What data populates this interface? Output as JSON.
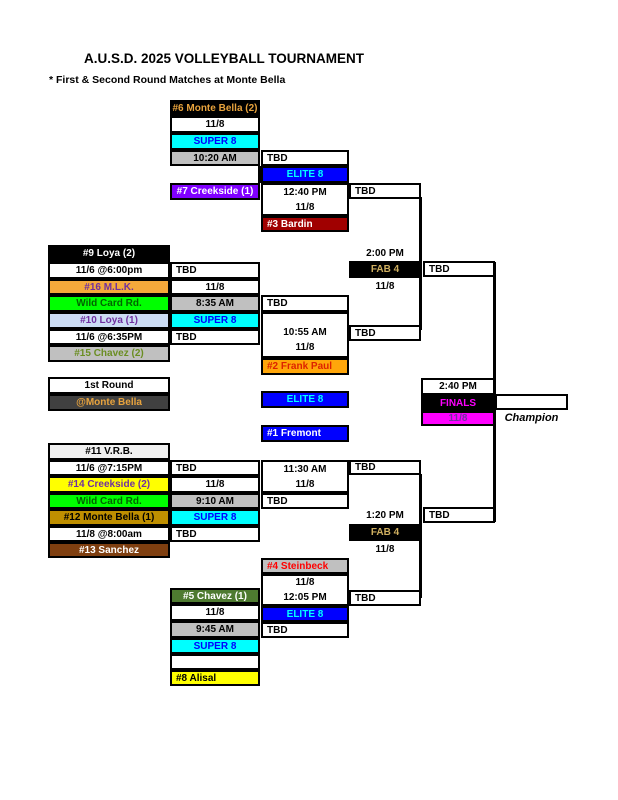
{
  "title": "A.U.S.D. 2025 VOLLEYBALL TOURNAMENT",
  "note": "* First & Second Round Matches at Monte Bella",
  "labels": {
    "tbd": "TBD",
    "super8": "SUPER 8",
    "elite8": "ELITE 8",
    "fab4": "FAB 4",
    "finals": "FINALS",
    "champion": "Champion",
    "wild_card": "Wild Card Rd.",
    "first_round": "1st Round",
    "venue": "@Monte Bella"
  },
  "bracket1": {
    "seed_top": "#6 Monte Bella (2)",
    "date_top": "11/8",
    "super8_time": "10:20 AM",
    "seed_bottom": "#7 Creekside (1)",
    "elite8_time": "12:40 PM",
    "elite8_date": "11/8",
    "elite8_opponent": "#3 Bardin"
  },
  "semifinal_top": {
    "time": "2:00 PM",
    "date": "11/8"
  },
  "bracket2": {
    "seed1": "#9 Loya (2)",
    "match1_datetime": "11/6 @6:00pm",
    "seed2": "#16 M.L.K.",
    "wildcard_date": "11/8",
    "super8_time": "8:35 AM",
    "seed3": "#10 Loya (1)",
    "match2_datetime": "11/6 @6:35PM",
    "seed4": "#15 Chavez (2)",
    "elite8_time": "10:55 AM",
    "elite8_date": "11/8",
    "elite8_opponent": "#2 Frank Paul"
  },
  "bracket3": {
    "seed1": "#11 V.R.B.",
    "match1_datetime": "11/6 @7:15PM",
    "seed2": "#14 Creekside (2)",
    "wildcard_date": "11/8",
    "super8_time": "9:10 AM",
    "seed3": "#12 Monte Bella (1)",
    "match2_datetime": "11/8 @8:00am",
    "seed4": "#13 Sanchez",
    "elite8_time": "11:30 AM",
    "elite8_date": "11/8",
    "elite8_opponent": "#1 Fremont"
  },
  "semifinal_bottom": {
    "time": "1:20 PM",
    "date": "11/8"
  },
  "bracket4": {
    "elite8_opponent": "#4 Steinbeck",
    "elite8_date": "11/8",
    "elite8_time": "12:05 PM",
    "seed_top": "#5 Chavez (1)",
    "date_top": "11/8",
    "super8_time": "9:45 AM",
    "seed_bottom": "#8 Alisal"
  },
  "finals": {
    "time": "2:40 PM",
    "date": "11/8"
  },
  "palette": {
    "black": "#000000",
    "cyan": "#00FFFF",
    "blue": "#0000FF",
    "purple_box": "#8000FF",
    "dark_red": "#A00000",
    "orange": "#F5A93B",
    "frank_paul_orange": "#FFA60A",
    "bright_green": "#00FF00",
    "pale_blue": "#CCDCF4",
    "yellow": "#FFFF00",
    "dark_goldenrod": "#BF8F00",
    "brown": "#7F3F10",
    "dark_green_box": "#4E7A30",
    "magenta": "#FF00FF",
    "gray": "#C0C0C0",
    "light_gray": "#F0F0F0",
    "dark_gray": "#404040",
    "violet_text": "#7030A0",
    "gold_text": "#D0B060",
    "orange_gold_text": "#E8A33D",
    "red_text": "#FF0000",
    "dark_green_text": "#006400",
    "olive_text": "#6B8E23"
  }
}
